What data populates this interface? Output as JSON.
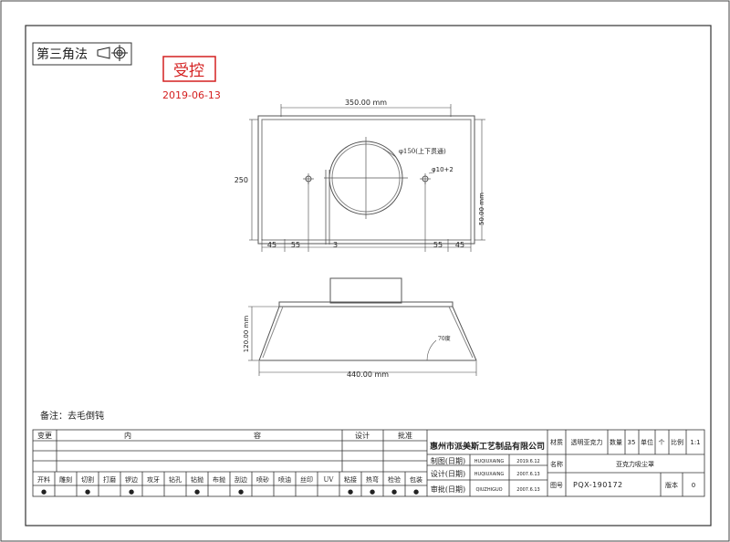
{
  "header": {
    "projection": "第三角法",
    "controlled_stamp": "受控",
    "stamp_date": "2019-06-13"
  },
  "top_view": {
    "width_dim": "350.00 mm",
    "height_dim": "250",
    "hole_big": "φ150(上下贯通)",
    "hole_small": "φ10+2",
    "dim_45_left": "45",
    "dim_55_left": "55",
    "dim_3": "3",
    "dim_55_right": "55",
    "dim_45_right": "45",
    "side_dim": "50.00 mm"
  },
  "front_view": {
    "height_dim": "120.00 mm",
    "angle": "70度",
    "base_dim": "440.00 mm"
  },
  "notes": "备注：去毛倒钝",
  "title_block": {
    "change": "变更",
    "content_nei": "内",
    "content_rong": "容",
    "design": "设计",
    "approve": "批准",
    "company": "惠州市派美斯工艺制品有限公司",
    "material_label": "材质",
    "material_value": "透明亚克力",
    "qty_label": "数量",
    "qty_value": "35",
    "unit_label": "单位",
    "unit_value": "个",
    "scale_label": "比例",
    "scale_value": "1:1",
    "name_label": "名称",
    "name_value": "亚克力吸尘罩",
    "drawing_label": "图号",
    "drawing_value": "PQX-190172",
    "version_label": "版本",
    "version_value": "0",
    "roles": [
      {
        "label": "制图(日期)",
        "person": "HUQIUXAING",
        "date": "2019.6.12"
      },
      {
        "label": "设计(日期)",
        "person": "HUQIUXAING",
        "date": "2007.6.13"
      },
      {
        "label": "审批(日期)",
        "person": "QIUZHIGUO",
        "date": "2007.6.13"
      }
    ],
    "processes": [
      "开料",
      "雕刻",
      "切割",
      "打磨",
      "锣边",
      "攻牙",
      "钻孔",
      "钻抛",
      "布抛",
      "刮边",
      "喷砂",
      "喷油",
      "丝印",
      "UV",
      "粘接",
      "热弯",
      "检验",
      "包装"
    ],
    "process_marks": [
      "●",
      "",
      "●",
      "",
      "●",
      "",
      "",
      "●",
      "",
      "●",
      "",
      "",
      "",
      "",
      "●",
      "●",
      "●",
      "●"
    ]
  }
}
